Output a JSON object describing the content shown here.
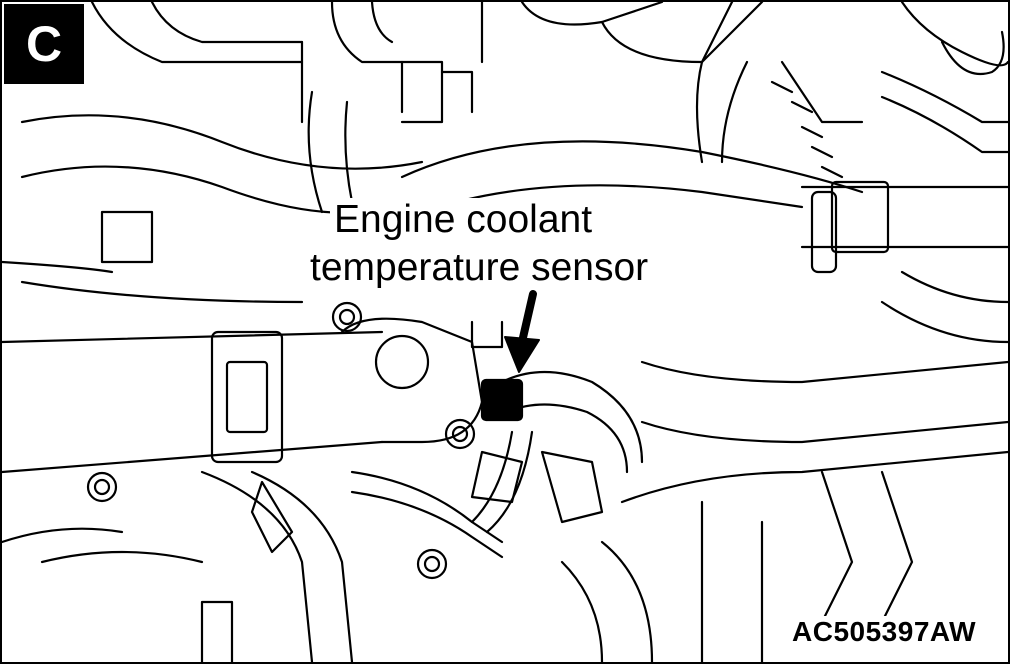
{
  "panel": {
    "letter": "C"
  },
  "callout": {
    "line1": "Engine coolant",
    "line2": "temperature sensor"
  },
  "figure_code": "AC505397AW",
  "colors": {
    "line": "#000000",
    "background": "#ffffff",
    "badge_bg": "#000000",
    "badge_text": "#ffffff"
  }
}
